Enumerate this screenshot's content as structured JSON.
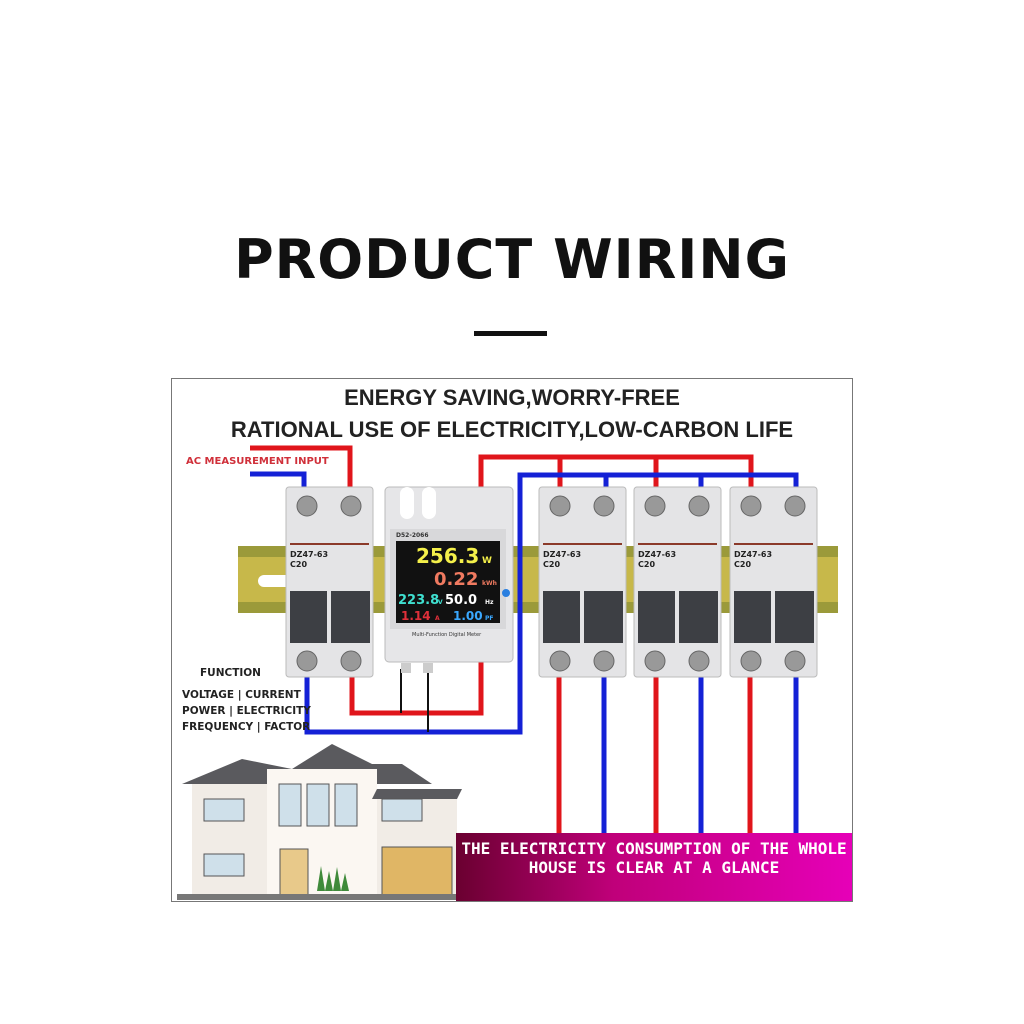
{
  "title": "PRODUCT WIRING",
  "headline": [
    "ENERGY SAVING,WORRY-FREE",
    "RATIONAL USE OF ELECTRICITY,LOW-CARBON LIFE"
  ],
  "ac_input_label": "AC MEASUREMENT INPUT",
  "function": {
    "heading": "FUNCTION",
    "lines": [
      "VOLTAGE | CURRENT",
      "POWER | ELECTRICITY",
      "FREQUENCY | FACTOR"
    ]
  },
  "breaker": {
    "model": "DZ47-63",
    "rating": "C20"
  },
  "meter": {
    "model": "D52-2066",
    "caption": "Multi-Function Digital Meter",
    "power": "256.3",
    "power_unit": "W",
    "energy": "0.22",
    "energy_unit": "kWh",
    "voltage": "223.8",
    "voltage_unit": "V",
    "frequency": "50.0",
    "frequency_unit": "Hz",
    "current": "1.14",
    "current_unit": "A",
    "factor": "1.00",
    "factor_unit": "PF",
    "colors": {
      "power": "#f4f04a",
      "energy": "#f07a60",
      "voltage": "#3fe0d0",
      "frequency": "#ffffff",
      "current": "#e0303a",
      "factor": "#3aa8ff"
    }
  },
  "banner": "THE ELECTRICITY CONSUMPTION OF THE WHOLE HOUSE IS CLEAR AT A GLANCE",
  "colors": {
    "live": "#e0151b",
    "neutral": "#1421d6"
  }
}
